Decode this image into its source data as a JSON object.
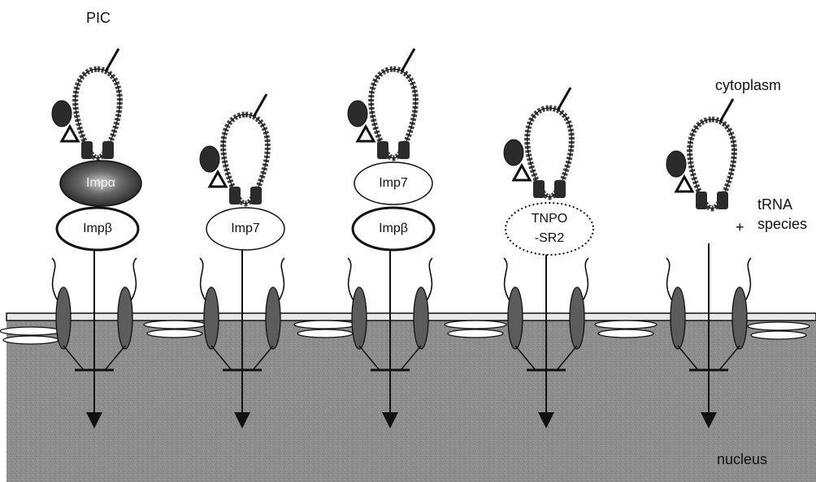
{
  "labels": {
    "pic": "PIC",
    "cytoplasm": "cytoplasm",
    "nucleus": "nucleus",
    "trna_line1": "tRNA",
    "trna_line2": "species",
    "plus": "+"
  },
  "pathways": [
    {
      "receptors": [
        "Impα",
        "Impβ"
      ]
    },
    {
      "receptors": [
        "Imp7"
      ]
    },
    {
      "receptors": [
        "Imp7",
        "Impβ"
      ]
    },
    {
      "receptors": [
        "TNPO",
        "-SR2"
      ]
    },
    {
      "receptors": []
    }
  ],
  "colors": {
    "nucleus_fill": "#8a8a8a",
    "pore_fill": "#5c5c5c",
    "complex_dark": "#2b2b2b",
    "outline": "#111111"
  }
}
